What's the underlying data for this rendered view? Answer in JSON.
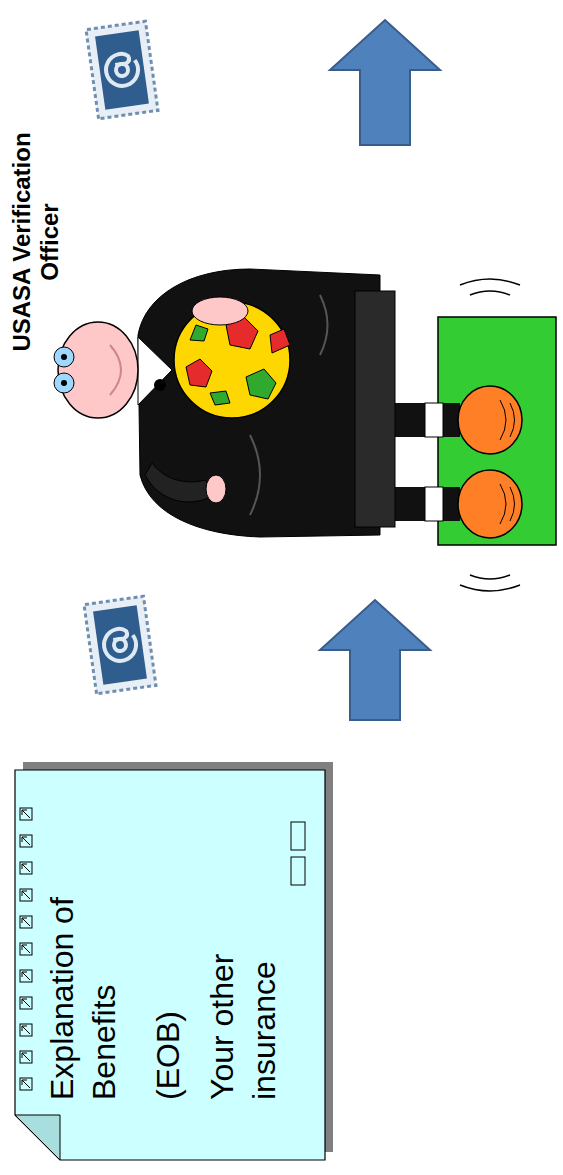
{
  "diagram": {
    "nodes": [
      {
        "text": [
          "Explanation of Benefits",
          "(EOB)",
          "Your other insurance"
        ]
      },
      {
        "text": [
          "USASA Verification Officer"
        ]
      }
    ],
    "edges": [
      {
        "from": 0,
        "to": 1,
        "arrow": "to"
      }
    ]
  }
}
